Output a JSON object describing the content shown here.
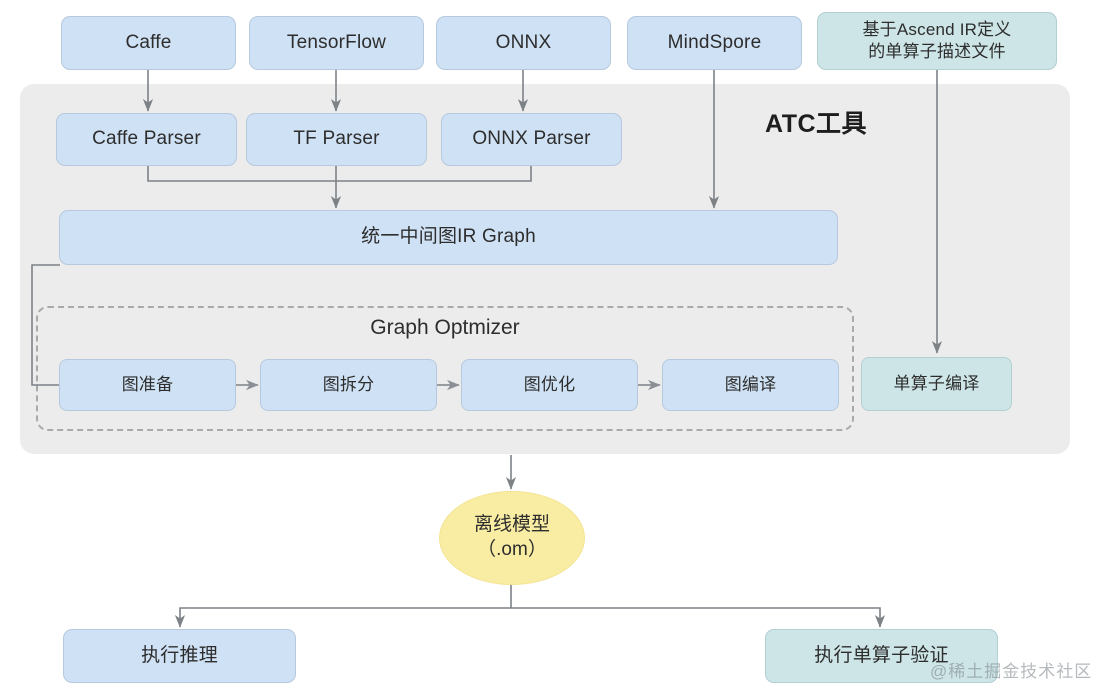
{
  "diagram": {
    "title_atc": "ATC工具",
    "optimizer_title": "Graph Optmizer",
    "watermark": "@稀土掘金技术社区",
    "colors": {
      "blue_fill": "#cfe1f4",
      "blue_stroke": "#b6c9de",
      "teal_fill": "#cde5e6",
      "teal_stroke": "#b2cfd1",
      "panel_fill": "#ececec",
      "ellipse_fill": "#f9eda4",
      "arrow_stroke": "#7d8287",
      "dash_stroke": "#a9a9a9"
    },
    "inputs": [
      {
        "id": "caffe",
        "label": "Caffe",
        "style": "blue"
      },
      {
        "id": "tensorflow",
        "label": "TensorFlow",
        "style": "blue"
      },
      {
        "id": "onnx",
        "label": "ONNX",
        "style": "blue"
      },
      {
        "id": "mindspore",
        "label": "MindSpore",
        "style": "blue"
      },
      {
        "id": "ascend-ir-file",
        "label": "基于Ascend IR定义\n的单算子描述文件",
        "style": "teal"
      }
    ],
    "parsers": [
      {
        "id": "caffe-parser",
        "label": "Caffe Parser",
        "style": "blue"
      },
      {
        "id": "tf-parser",
        "label": "TF Parser",
        "style": "blue"
      },
      {
        "id": "onnx-parser",
        "label": "ONNX Parser",
        "style": "blue"
      }
    ],
    "ir_graph": {
      "id": "ir-graph",
      "label": "统一中间图IR Graph",
      "style": "blue"
    },
    "optimizer_stages": [
      {
        "id": "graph-prepare",
        "label": "图准备",
        "style": "blue"
      },
      {
        "id": "graph-split",
        "label": "图拆分",
        "style": "blue"
      },
      {
        "id": "graph-optimize",
        "label": "图优化",
        "style": "blue"
      },
      {
        "id": "graph-compile",
        "label": "图编译",
        "style": "blue"
      }
    ],
    "single_op_compile": {
      "id": "single-op-compile",
      "label": "单算子编译",
      "style": "teal"
    },
    "offline_model": {
      "id": "offline-model",
      "line1": "离线模型",
      "line2": "（.om）"
    },
    "outputs": [
      {
        "id": "run-inference",
        "label": "执行推理",
        "style": "blue"
      },
      {
        "id": "run-single-op-verify",
        "label": "执行单算子验证",
        "style": "teal"
      }
    ]
  }
}
